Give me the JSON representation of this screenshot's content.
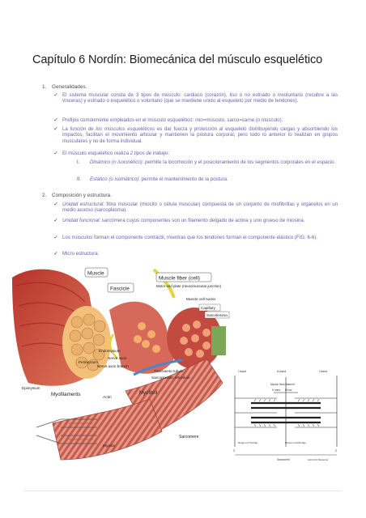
{
  "title": "Capítulo 6 Nordín: Biomecánica del músculo esquelético",
  "sections": [
    {
      "number": "1.",
      "heading": "Generalidades.",
      "items": [
        {
          "pre": "",
          "em": "",
          "text": "El sistema muscular consta de 3 tipos de músculo: cardiaco (corazón), liso o no estriado o involuntario (recubre a las vísceras) y estriado o esquelético o voluntario (que se mantiene unido al esqueleto por medio de tendones)."
        },
        {
          "pre": "Prefijos comúnmente empleados en el músculo esquelético: ",
          "em": "mio",
          "text": "=músculo, sarco=carne (o músculo)."
        },
        {
          "pre": "La ",
          "em": "función de los músculos esqueléticos",
          "text": " es dar fuerza y protección al esqueleto distribuyendo cargas y absorbiendo los impactos, facilitan el movimiento articular y mantienen la postura corporal, pero todo lo anterior lo realizan en grupos musculares y no de forma individual."
        },
        {
          "pre": "El músculo esquelético realiza ",
          "em": "2 tipos de trabajo",
          "text": ":"
        }
      ],
      "subitems": [
        {
          "roman": "I.",
          "em": "Dinámico (o isocinético)",
          "text": ": permite la locomoción y el posicionamiento de los segmentos corporales en el espacio."
        },
        {
          "roman": "II.",
          "em": "Estático (o isométrico)",
          "text": ": permite el mantenimiento de la postura."
        }
      ]
    },
    {
      "number": "2.",
      "heading": "Composición y estructura.",
      "items": [
        {
          "pre": "",
          "em": "Unidad estructural",
          "text": ": fibra muscular (miocito o célula muscular) compuesta de un conjunto de miofibrillas y organelos en un medio acuoso (sarcoplasma)."
        },
        {
          "pre": "",
          "em": "Unidad funcional",
          "text": ": sarcómera cuyos componentes son un filamento delgado de actina y uno grueso de miosina."
        },
        {
          "pre": "",
          "em": "",
          "text": "Los músculos forman el componente contráctil, mientras que los tendones forman el componente elástico (FIG. 6-6)."
        },
        {
          "pre": "",
          "em": "",
          "text": "Micro estructura:"
        }
      ]
    }
  ],
  "figure_labels": {
    "muscle": "Muscle",
    "fascicle": "Fascicle",
    "muscle_fiber": "Muscle fiber (cell)",
    "motor_end_plate": "Motor end plate (neuromuscular junction)",
    "muscle_cell_nuclei": "Muscle cell nuclei",
    "capillary": "Capillary",
    "sarcolemma": "Sarcolemma",
    "endomysium": "Endomysium",
    "nerve_axon": "Nerve axon",
    "perimysium": "Perimysium",
    "nerve_axon_branch": "Nerve axon branch",
    "epimysium": "Epimysium",
    "transverse_tubule": "Transverse tubule",
    "sarcoplasmic_reticulum": "Sarcoplasmic reticulum",
    "myofilaments": "Myofilaments",
    "actin": "Actin",
    "myofibril": "Myofibril",
    "sarcomere": "Sarcomere",
    "myosin": "Myosin"
  },
  "sarcomere_labels": {
    "i_band_left": "I band",
    "a_band": "A band",
    "i_band_right": "I band",
    "myosin_thick_filament": "Myosin thick filament",
    "h_zone": "H zone",
    "m_line": "M line",
    "z_left": "Z",
    "z_right": "Z",
    "region_overlap": "Region of Overlap",
    "myosin_crossbridge": "Myosin crossbridge",
    "sarcomere": "Sarcomere",
    "actin_thin": "Actin thin filaments"
  }
}
